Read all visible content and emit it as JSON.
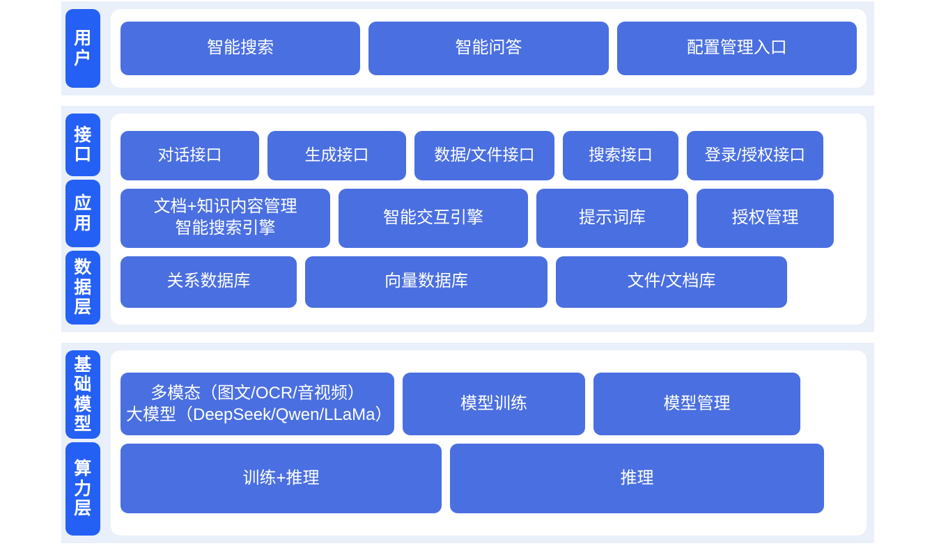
{
  "colors": {
    "band_background": "#eaf0fa",
    "panel_background": "#ffffff",
    "rail_pill": "#2560f5",
    "item_box": "#4a6fe0",
    "item_text": "#ffffff"
  },
  "sections": [
    {
      "id": "users",
      "rails": [
        {
          "id": "user",
          "label": "用户",
          "chars": [
            "用",
            "户"
          ]
        }
      ],
      "rows": [
        {
          "id": "user-entries",
          "items": [
            {
              "id": "smart-search",
              "label": "智能搜索"
            },
            {
              "id": "smart-qa",
              "label": "智能问答"
            },
            {
              "id": "config-management-entry",
              "label": "配置管理入口"
            }
          ]
        }
      ]
    },
    {
      "id": "middle",
      "rails": [
        {
          "id": "interface",
          "label": "接口",
          "chars": [
            "接",
            "口"
          ]
        },
        {
          "id": "application",
          "label": "应用",
          "chars": [
            "应",
            "用"
          ]
        },
        {
          "id": "data-layer",
          "label": "数据层",
          "chars": [
            "数",
            "据",
            "层"
          ]
        }
      ],
      "rows": [
        {
          "id": "interface-apis",
          "items": [
            {
              "id": "dialog-api",
              "label": "对话接口"
            },
            {
              "id": "generation-api",
              "label": "生成接口"
            },
            {
              "id": "data-file-api",
              "label": "数据/文件接口"
            },
            {
              "id": "search-api",
              "label": "搜索接口"
            },
            {
              "id": "login-auth-api",
              "label": "登录/授权接口"
            }
          ]
        },
        {
          "id": "application-modules",
          "items": [
            {
              "id": "doc-knowledge-mgmt",
              "label": "文档+知识内容管理\n智能搜索引擎"
            },
            {
              "id": "smart-interaction-engine",
              "label": "智能交互引擎"
            },
            {
              "id": "prompt-library",
              "label": "提示词库"
            },
            {
              "id": "authorization-management",
              "label": "授权管理"
            }
          ]
        },
        {
          "id": "data-stores",
          "items": [
            {
              "id": "relational-database",
              "label": "关系数据库"
            },
            {
              "id": "vector-database",
              "label": "向量数据库"
            },
            {
              "id": "file-document-store",
              "label": "文件/文档库"
            }
          ]
        }
      ]
    },
    {
      "id": "infrastructure",
      "rails": [
        {
          "id": "foundation-model",
          "label": "基础模型",
          "chars": [
            "基",
            "础",
            "模",
            "型"
          ]
        },
        {
          "id": "compute-layer",
          "label": "算力层",
          "chars": [
            "算",
            "力",
            "层"
          ]
        }
      ],
      "rows": [
        {
          "id": "model-row",
          "items": [
            {
              "id": "multimodal-llm",
              "label": "多模态（图文/OCR/音视频）\n大模型（DeepSeek/Qwen/LLaMa）"
            },
            {
              "id": "model-training",
              "label": "模型训练"
            },
            {
              "id": "model-management",
              "label": "模型管理"
            }
          ]
        },
        {
          "id": "compute-row",
          "items": [
            {
              "id": "training-inference",
              "label": "训练+推理"
            },
            {
              "id": "inference",
              "label": "推理"
            }
          ]
        }
      ]
    }
  ]
}
